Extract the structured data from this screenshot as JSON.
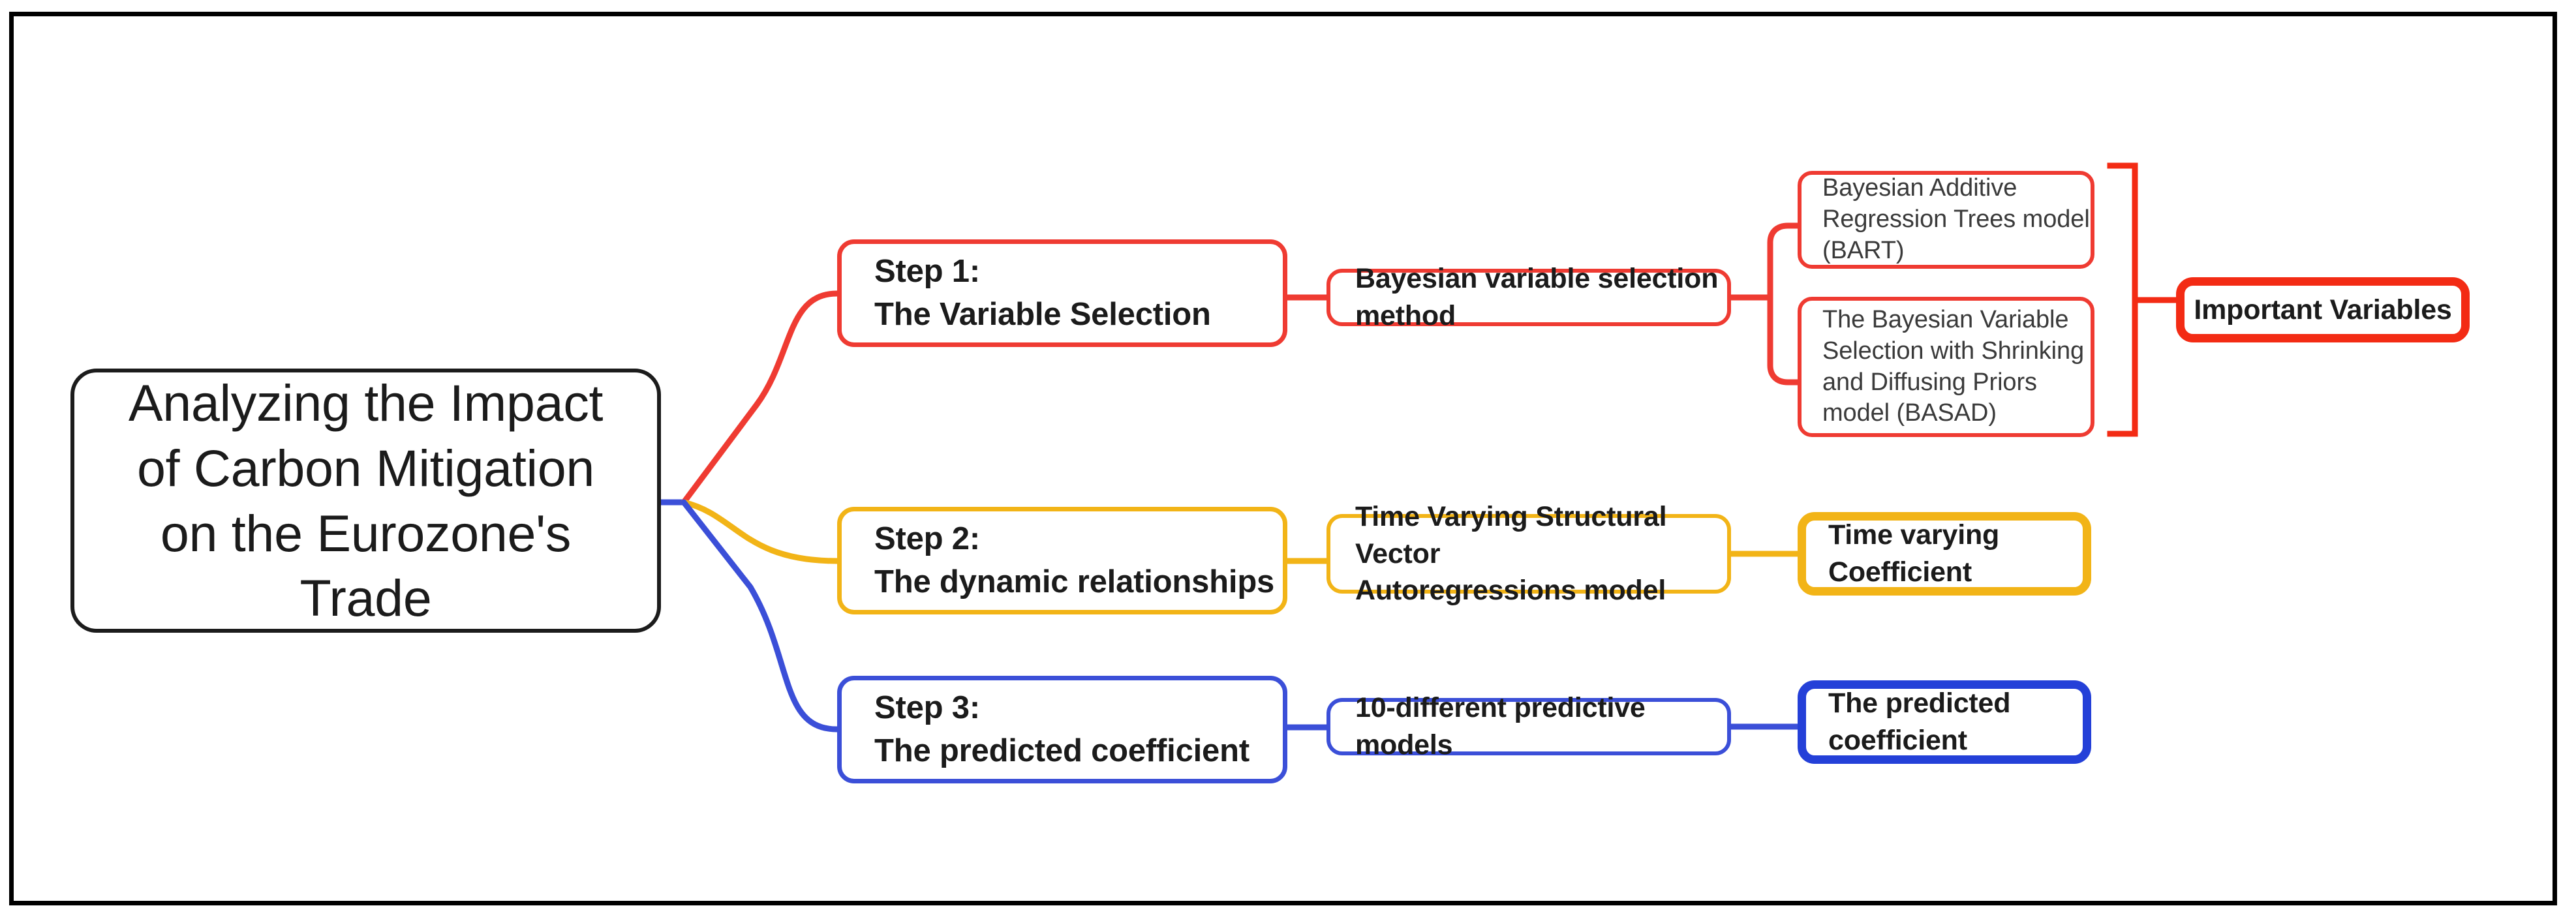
{
  "diagram": {
    "title": "Analyzing the Impact of Carbon Mitigation on the Eurozone's Trade Research Framework",
    "frame_color": "#000000",
    "root": {
      "label": "Analyzing the Impact\nof Carbon Mitigation\non the Eurozone's\nTrade",
      "border_color": "#1c1c1c"
    },
    "branches": [
      {
        "id": "step-1",
        "color": "#ef3b32",
        "step": {
          "label": "Step 1:\nThe Variable Selection"
        },
        "method": {
          "label": "Bayesian variable selection method"
        },
        "details": [
          {
            "label": "Bayesian Additive\nRegression Trees model\n(BART)"
          },
          {
            "label": "The Bayesian Variable\nSelection with Shrinking\nand Diffusing Priors\nmodel (BASAD)"
          }
        ],
        "outcome": {
          "label": "Important Variables",
          "color": "#f32b14"
        }
      },
      {
        "id": "step-2",
        "color": "#f2b417",
        "step": {
          "label": "Step 2:\nThe dynamic relationships"
        },
        "method": {
          "label": "Time Varying Structural Vector\nAutoregressions model"
        },
        "details": [],
        "outcome": {
          "label": "Time varying\nCoefficient",
          "color": "#f2b417"
        }
      },
      {
        "id": "step-3",
        "color": "#3b4fd8",
        "step": {
          "label": "Step 3:\nThe predicted coefficient"
        },
        "method": {
          "label": "10-different predictive models"
        },
        "details": [],
        "outcome": {
          "label": "The predicted\ncoefficient",
          "color": "#2440d8"
        }
      }
    ]
  }
}
